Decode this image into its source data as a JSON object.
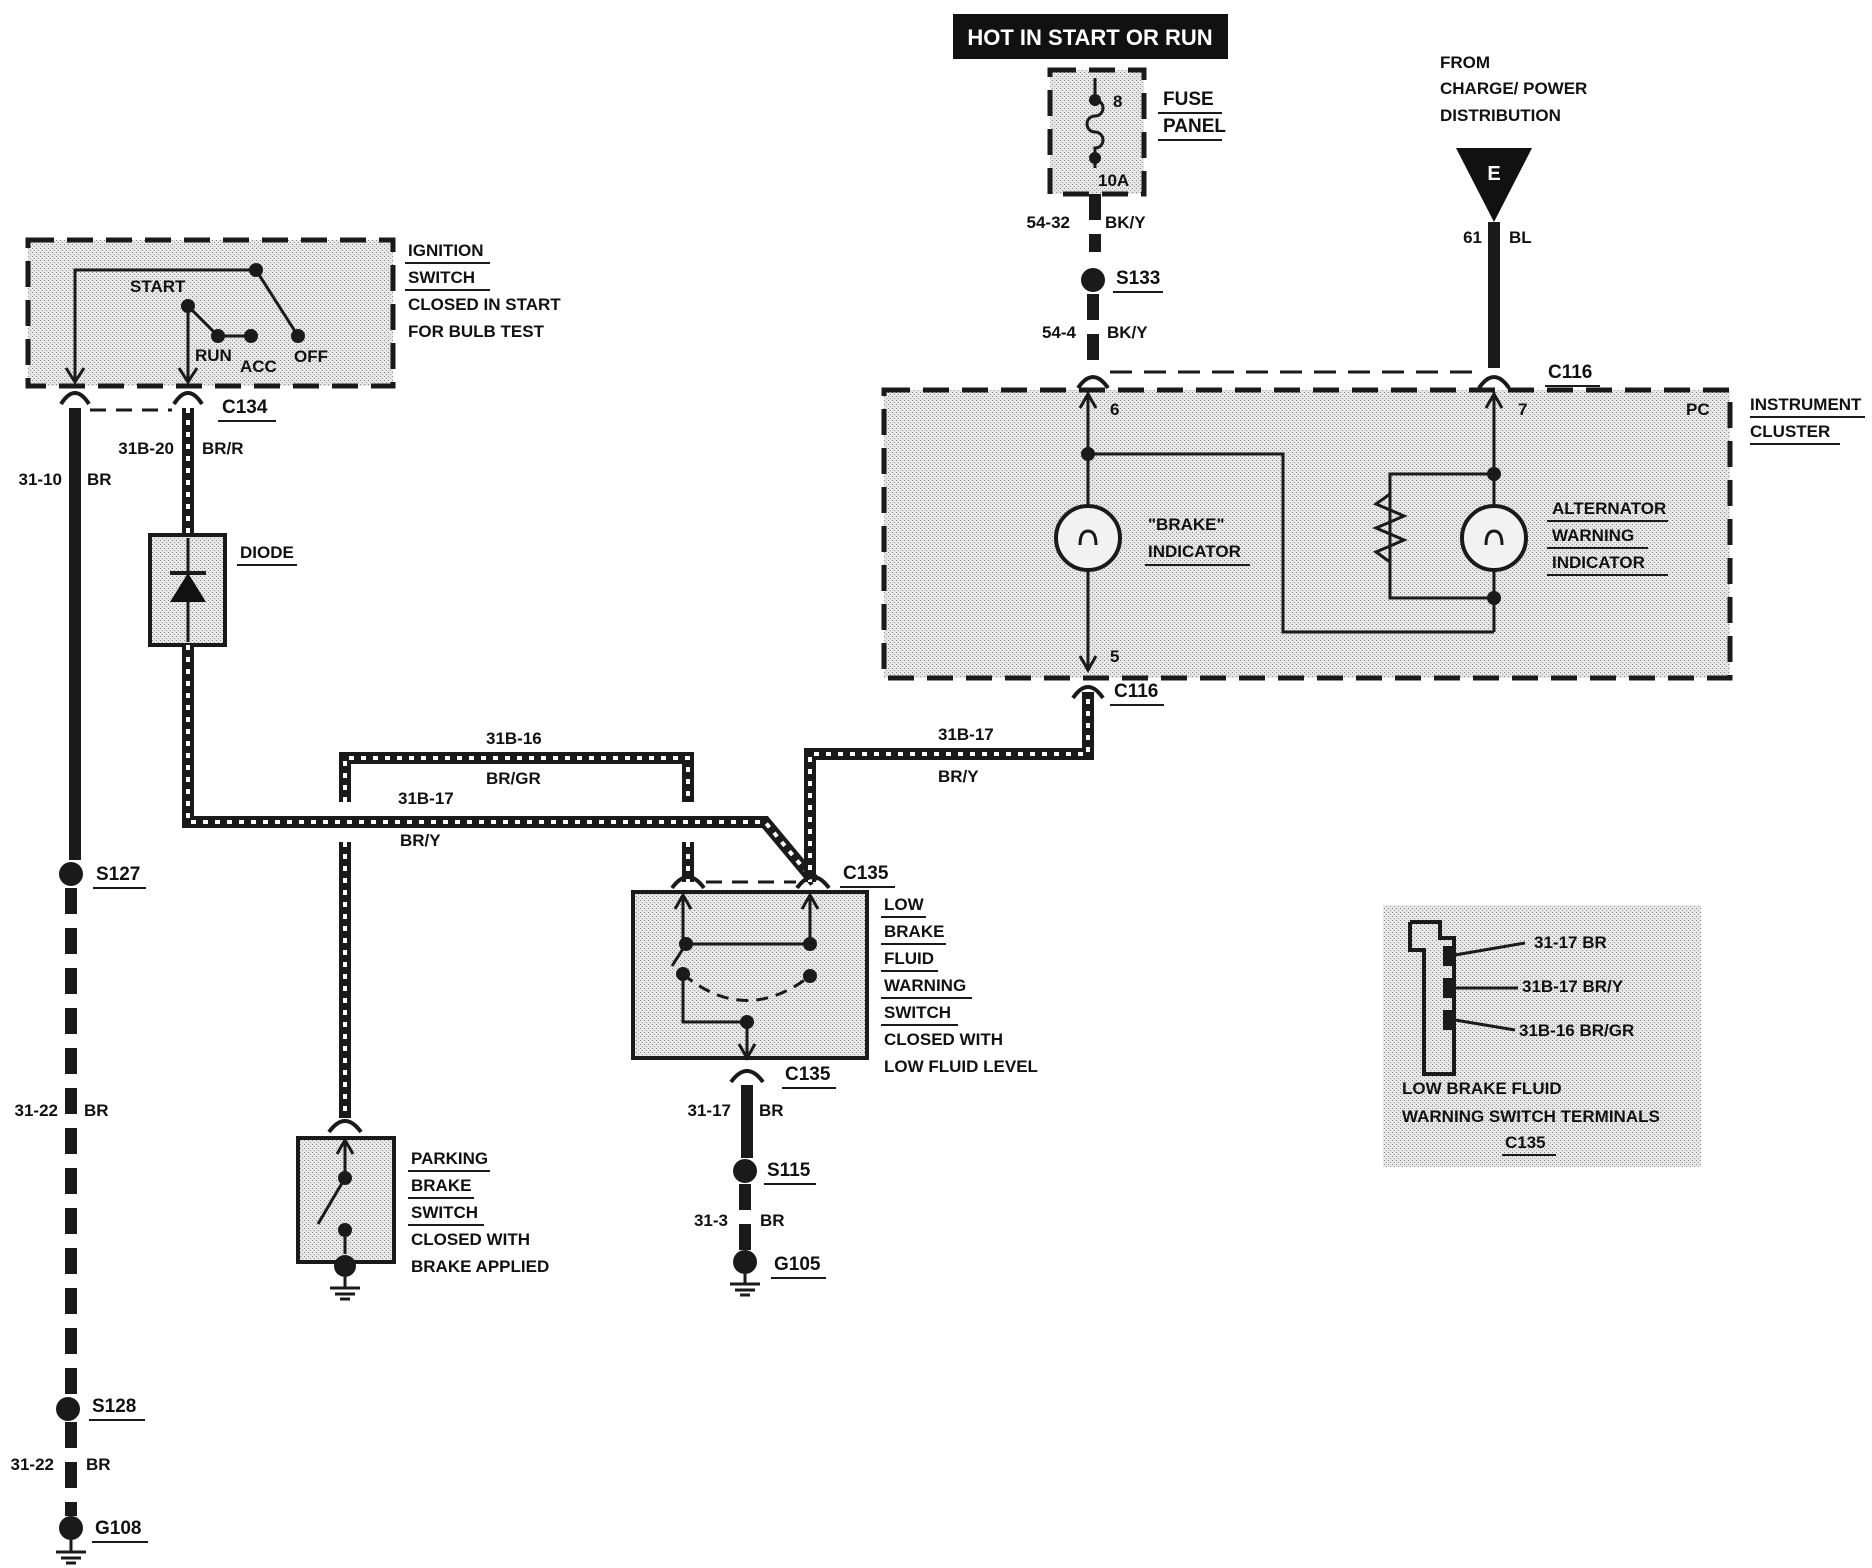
{
  "supply": {
    "hot_label": "HOT IN START OR RUN",
    "fuse_number": "8",
    "fuse_rating": "10A",
    "fuse_panel_line1": "FUSE",
    "fuse_panel_line2": "PANEL",
    "from_line1": "FROM",
    "from_line2": "CHARGE/ POWER",
    "from_line3": "DISTRIBUTION",
    "from_tag": "E"
  },
  "ignition": {
    "title1": "IGNITION",
    "title2": "SWITCH",
    "note1": "CLOSED IN  START",
    "note2": "FOR BULB TEST",
    "pos_start": "START",
    "pos_run": "RUN",
    "pos_acc": "ACC",
    "pos_off": "OFF"
  },
  "cluster": {
    "title1": "INSTRUMENT",
    "title2": "CLUSTER",
    "pc": "PC",
    "pin6": "6",
    "pin7": "7",
    "pin5": "5",
    "brake_ind1": "\"BRAKE\"",
    "brake_ind2": "INDICATOR",
    "alt1": "ALTERNATOR",
    "alt2": "WARNING",
    "alt3": "INDICATOR"
  },
  "diode": {
    "label": "DIODE"
  },
  "fluid_switch": {
    "line1": "LOW",
    "line2": "BRAKE",
    "line3": "FLUID",
    "line4": "WARNING",
    "line5": "SWITCH",
    "line6": "CLOSED WITH",
    "line7": "LOW FLUID LEVEL"
  },
  "parking_switch": {
    "line1": "PARKING",
    "line2": "BRAKE",
    "line3": "SWITCH",
    "line4": "CLOSED WITH",
    "line5": "BRAKE APPLIED"
  },
  "connectors": {
    "c116": "C116",
    "c134": "C134",
    "c135": "C135"
  },
  "splices": {
    "s133": "S133",
    "s127": "S127",
    "s128": "S128",
    "s115": "S115"
  },
  "grounds": {
    "g105": "G105",
    "g108": "G108"
  },
  "wires": {
    "w54_32": "54-32",
    "w54_32_c": "BK/Y",
    "w54_4": "54-4",
    "w54_4_c": "BK/Y",
    "w61": "61",
    "w61_c": "BL",
    "w31b20": "31B-20",
    "w31b20_c": "BR/R",
    "w31_10": "31-10",
    "w31_10_c": "BR",
    "w31b16": "31B-16",
    "w31b16_c": "BR/GR",
    "w31b17_a": "31B-17",
    "w31b17_a_c": "BR/Y",
    "w31b17_b": "31B-17",
    "w31b17_b_c": "BR/Y",
    "w31_17": "31-17",
    "w31_17_c": "BR",
    "w31_3": "31-3",
    "w31_3_c": "BR",
    "w31_22a": "31-22",
    "w31_22a_c": "BR",
    "w31_22b": "31-22",
    "w31_22b_c": "BR"
  },
  "terminal_view": {
    "t1": "31-17 BR",
    "t2": "31B-17  BR/Y",
    "t3": "31B-16  BR/GR",
    "caption1": "LOW BRAKE  FLUID",
    "caption2": "WARNING  SWITCH TERMINALS",
    "caption3": "C135"
  }
}
